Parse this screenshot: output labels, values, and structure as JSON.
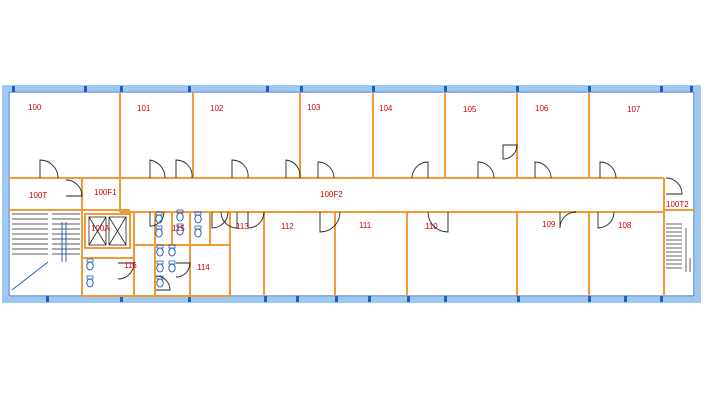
{
  "colors": {
    "outer_wall": "#1f5fbf",
    "outer_fill": "#9fc8f0",
    "partition": "#f29a38",
    "door": "#222222",
    "label": "#d80000",
    "fixture": "#1f5fbf"
  },
  "rooms": {
    "r100": "100",
    "r101": "101",
    "r102": "102",
    "r103": "103",
    "r104": "104",
    "r105": "105",
    "r106": "106",
    "r107": "107",
    "r100T": "100T",
    "r100F1": "100F1",
    "r100F2": "100F2",
    "r100T2": "100T2",
    "r100A": "100A",
    "r113": "113",
    "r115": "115",
    "r112": "112",
    "r111": "111",
    "r110": "110",
    "r109": "109",
    "r108": "108",
    "r116": "116",
    "r114": "114"
  }
}
